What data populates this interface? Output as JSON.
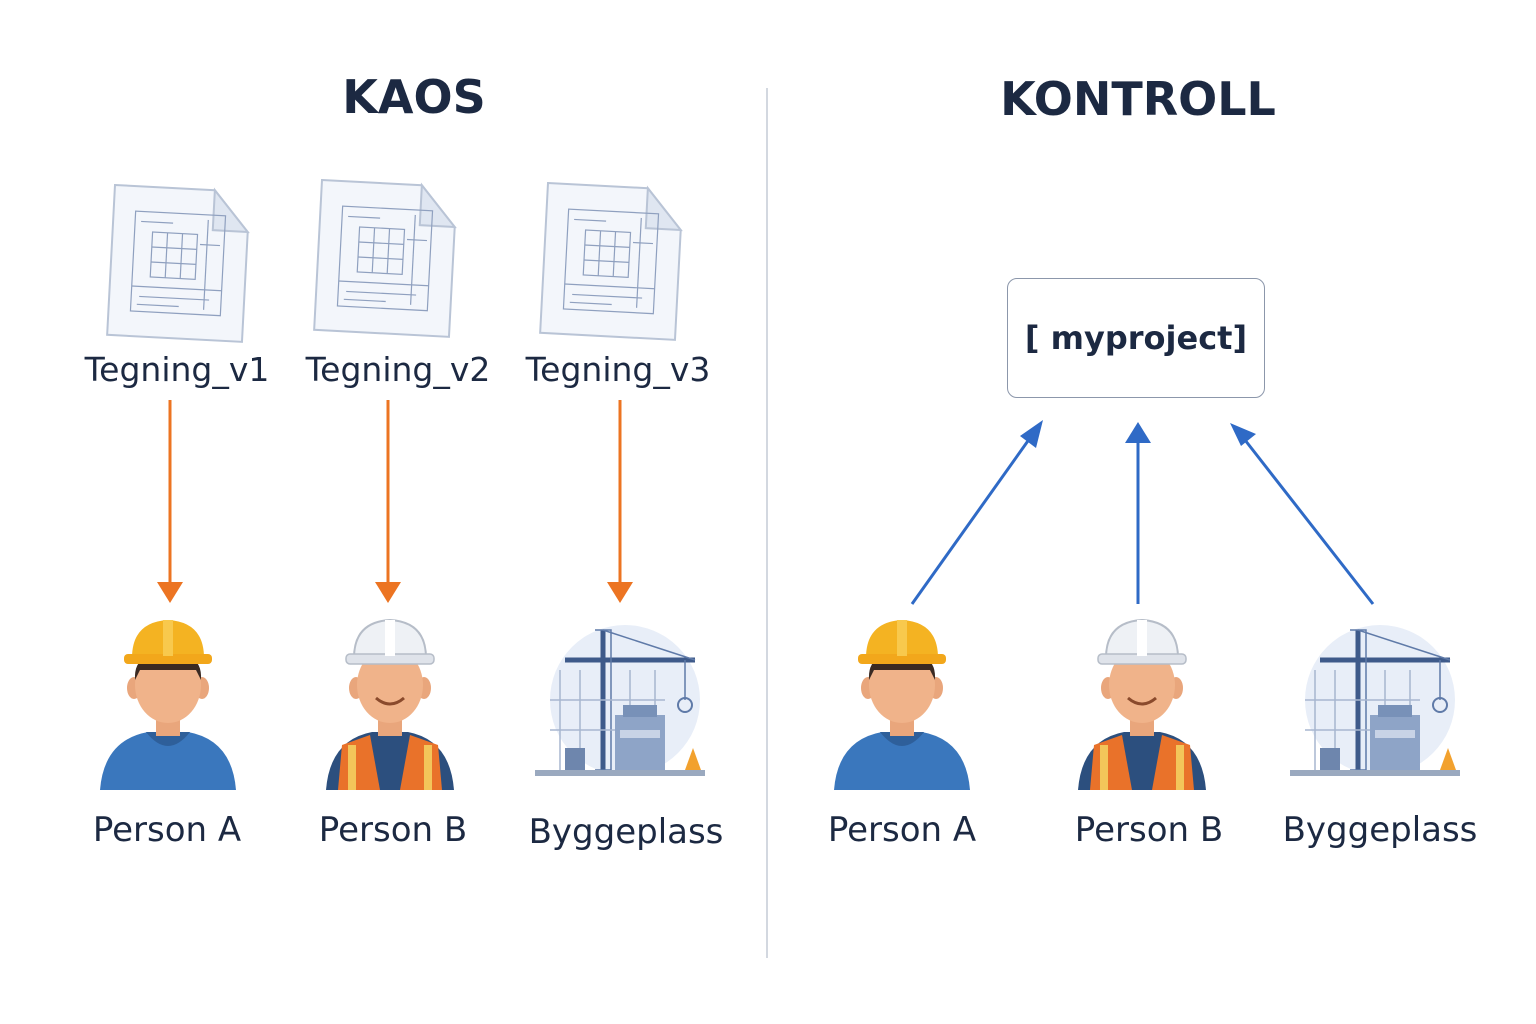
{
  "panels": {
    "left": {
      "title": "KAOS",
      "documents": [
        {
          "label": "Tegning_v1",
          "icon": "blueprint-document-icon"
        },
        {
          "label": "Tegning_v2",
          "icon": "blueprint-document-icon"
        },
        {
          "label": "Tegning_v3",
          "icon": "blueprint-document-icon"
        }
      ],
      "recipients": [
        {
          "label": "Person A",
          "icon": "worker-yellow-helmet-icon"
        },
        {
          "label": "Person B",
          "icon": "worker-white-helmet-vest-icon"
        },
        {
          "label": "Byggeplass",
          "icon": "construction-site-icon"
        }
      ],
      "arrow_color": "#ec7422"
    },
    "right": {
      "title": "KONTROLL",
      "project": "[ myproject]",
      "recipients": [
        {
          "label": "Person A",
          "icon": "worker-yellow-helmet-icon"
        },
        {
          "label": "Person B",
          "icon": "worker-white-helmet-vest-icon"
        },
        {
          "label": "Byggeplass",
          "icon": "construction-site-icon"
        }
      ],
      "arrow_color": "#2f6ac6"
    }
  }
}
